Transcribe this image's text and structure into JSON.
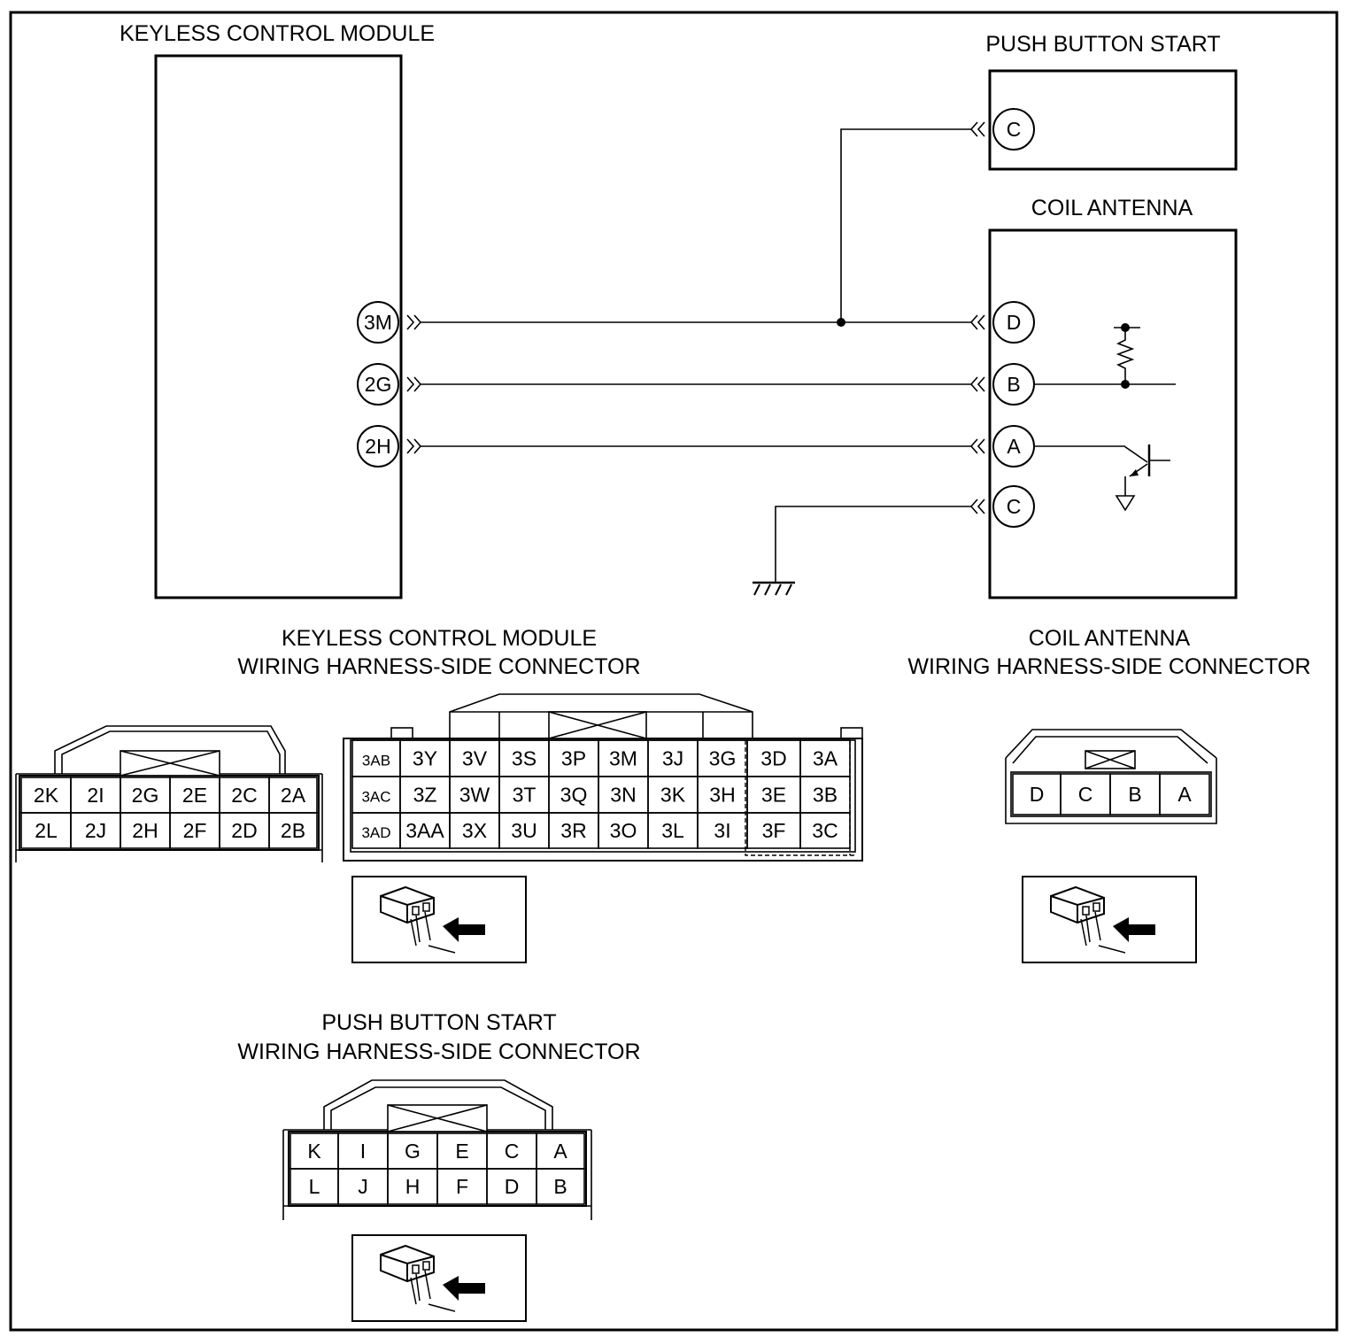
{
  "components": {
    "keyless_control_module": "KEYLESS CONTROL MODULE",
    "push_button_start": "PUSH BUTTON START",
    "coil_antenna": "COIL ANTENNA"
  },
  "kcm_pins": [
    "3M",
    "2G",
    "2H"
  ],
  "push_button_pins": [
    "C"
  ],
  "coil_antenna_pins": [
    "D",
    "B",
    "A",
    "C"
  ],
  "connector_titles": {
    "kcm": [
      "KEYLESS CONTROL MODULE",
      "WIRING HARNESS-SIDE CONNECTOR"
    ],
    "coil": [
      "COIL ANTENNA",
      "WIRING HARNESS-SIDE CONNECTOR"
    ],
    "pbs": [
      "PUSH BUTTON START",
      "WIRING HARNESS-SIDE CONNECTOR"
    ]
  },
  "kcm_connector_2": [
    [
      "2K",
      "2I",
      "2G",
      "2E",
      "2C",
      "2A"
    ],
    [
      "2L",
      "2J",
      "2H",
      "2F",
      "2D",
      "2B"
    ]
  ],
  "kcm_connector_3": [
    [
      "3AB",
      "3Y",
      "3V",
      "3S",
      "3P",
      "3M",
      "3J",
      "3G",
      "3D",
      "3A"
    ],
    [
      "3AC",
      "3Z",
      "3W",
      "3T",
      "3Q",
      "3N",
      "3K",
      "3H",
      "3E",
      "3B"
    ],
    [
      "3AD",
      "3AA",
      "3X",
      "3U",
      "3R",
      "3O",
      "3L",
      "3I",
      "3F",
      "3C"
    ]
  ],
  "coil_connector": [
    [
      "D",
      "C",
      "B",
      "A"
    ]
  ],
  "pbs_connector": [
    [
      "K",
      "I",
      "G",
      "E",
      "C",
      "A"
    ],
    [
      "L",
      "J",
      "H",
      "F",
      "D",
      "B"
    ]
  ]
}
